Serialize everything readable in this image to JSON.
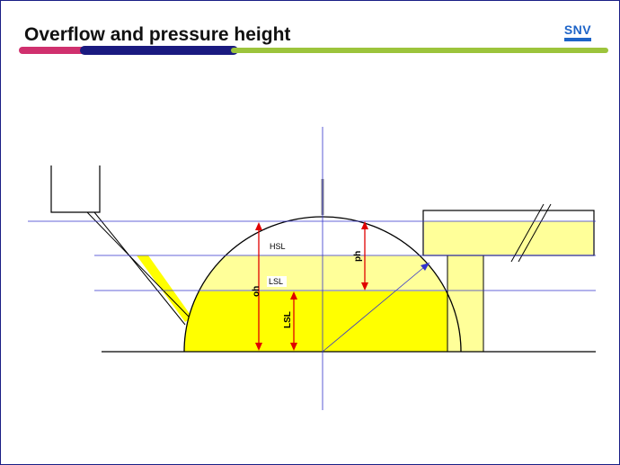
{
  "slide": {
    "title": "Overflow and pressure height"
  },
  "logo": {
    "text": "SNV"
  },
  "colors": {
    "border": "#1a1f86",
    "bar_magenta": "#d0306e",
    "bar_navy": "#1a1a80",
    "bar_green": "#9cc43c",
    "liquid": "#ffff00",
    "liquid_light": "#ffff99",
    "guide_line": "#3333cc",
    "dimension": "#e00000",
    "logo": "#1e64c8"
  },
  "diagram": {
    "labels": {
      "hsl": "HSL",
      "lsl_small": "LSL",
      "lsl_vertical": "LSL",
      "oh": "oh",
      "ph": "ph"
    }
  }
}
